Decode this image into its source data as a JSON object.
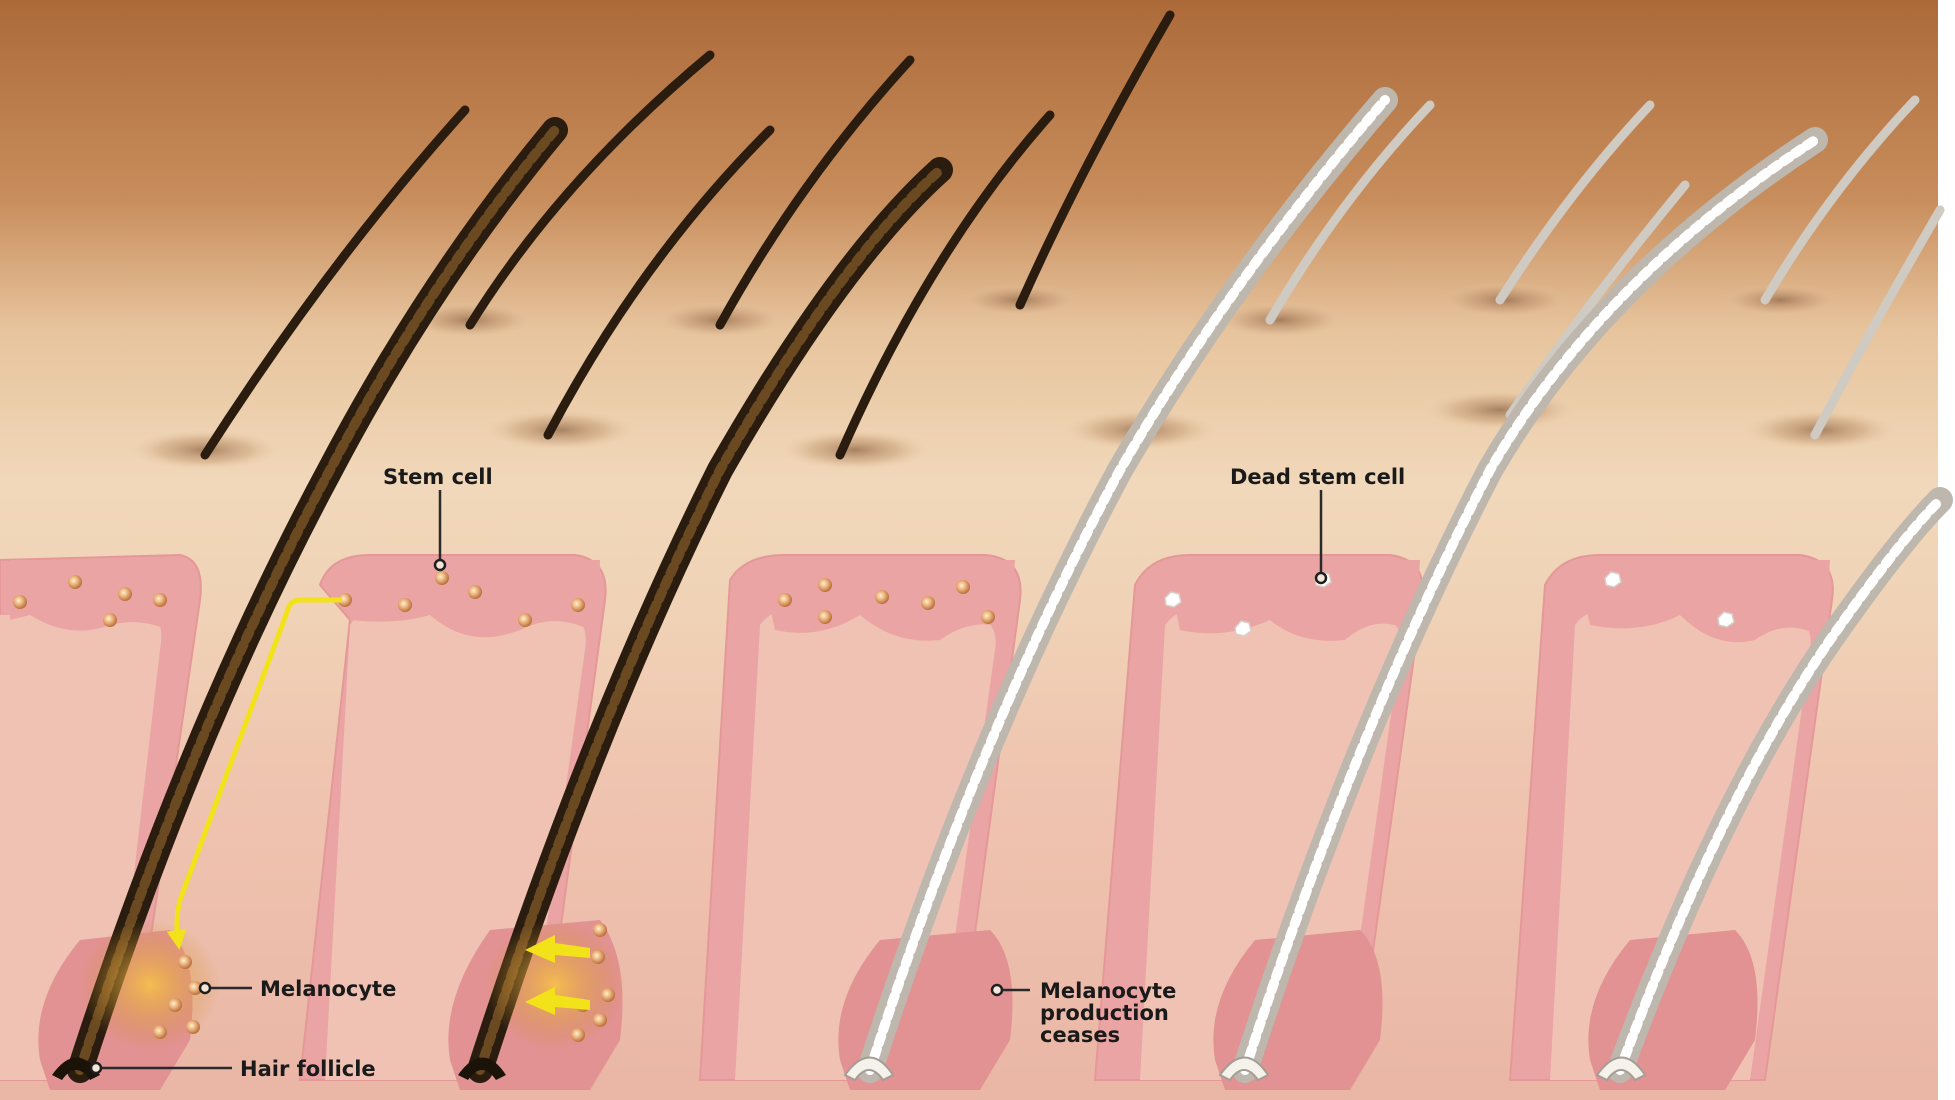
{
  "labels": {
    "stem_cell": "Stem cell",
    "dead_stem_cell": "Dead stem cell",
    "melanocyte": "Melanocyte",
    "hair_follicle": "Hair follicle",
    "melanocyte_production_ceases": [
      "Melanocyte",
      "production",
      "ceases"
    ]
  },
  "colors": {
    "sky_top": "#b0703e",
    "skin_surface": "#efd4b4",
    "dermis": "#efc4b0",
    "follicle_pink": "#eaa3a3",
    "pigmented_hair": "#2c1f10",
    "gray_hair": "#d6d2cb",
    "arrow": "#f2e21a"
  }
}
